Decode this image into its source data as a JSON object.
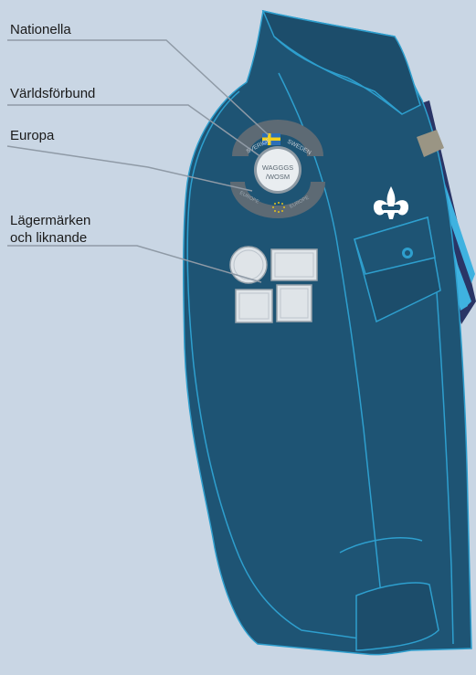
{
  "labels": {
    "nationella": "Nationella",
    "varldsforbund": "Världsförbund",
    "europa": "Europa",
    "lagermarken_line1": "Lägermärken",
    "lagermarken_line2": "och liknande"
  },
  "badges": {
    "national_top": "SVERIGE",
    "national_top_right": "SWEDEN",
    "world_center_line1": "WAGGGS",
    "world_center_line2": "/WOSM",
    "europe_left": "EUROPE",
    "europe_right": "EUROPE"
  },
  "colors": {
    "background": "#c9d6e4",
    "shirt": "#1e5474",
    "shirt_outline": "#2e9fce",
    "leader_line": "#8f9aa6",
    "badge_gray": "#bcc4cc",
    "badge_dark": "#5d6a74",
    "tie_navy": "#2a3566",
    "tie_stripe": "#3fb2e0",
    "toggle": "#9a9584"
  },
  "icons": {
    "emblem": "scout-fleur-de-lis-icon",
    "flag": "swedish-flag-icon"
  }
}
